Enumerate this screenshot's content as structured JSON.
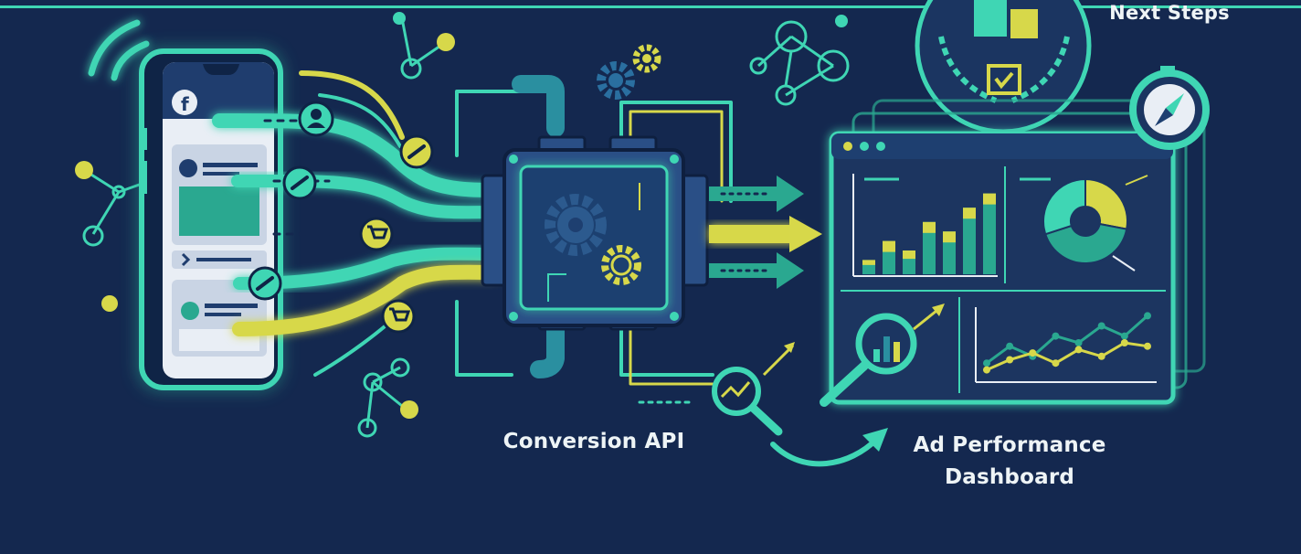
{
  "labels": {
    "conversion_api": "Conversion API",
    "ad_performance_line1": "Ad Performance",
    "ad_performance_line2": "Dashboard",
    "next_steps": "Next Steps"
  },
  "colors": {
    "background": "#14284f",
    "teal": "#3fd6b4",
    "yellow": "#d7d84a",
    "navy_dark": "#0e1f3f",
    "panel": "#1b3561"
  },
  "phone": {
    "app_icon": "facebook-icon"
  },
  "flow_icons": [
    "user-icon",
    "link-icon",
    "link-icon",
    "cart-icon",
    "link-icon",
    "cart-icon"
  ],
  "dashboard": {
    "bar_values": [
      0.15,
      0.35,
      0.25,
      0.55,
      0.45,
      0.7,
      0.85
    ],
    "pie_segments": [
      0.28,
      0.42,
      0.3
    ],
    "line_series_a": [
      0.2,
      0.45,
      0.3,
      0.6,
      0.5,
      0.75,
      0.6,
      0.9
    ],
    "line_series_b": [
      0.1,
      0.25,
      0.35,
      0.2,
      0.4,
      0.3,
      0.5,
      0.45
    ]
  }
}
